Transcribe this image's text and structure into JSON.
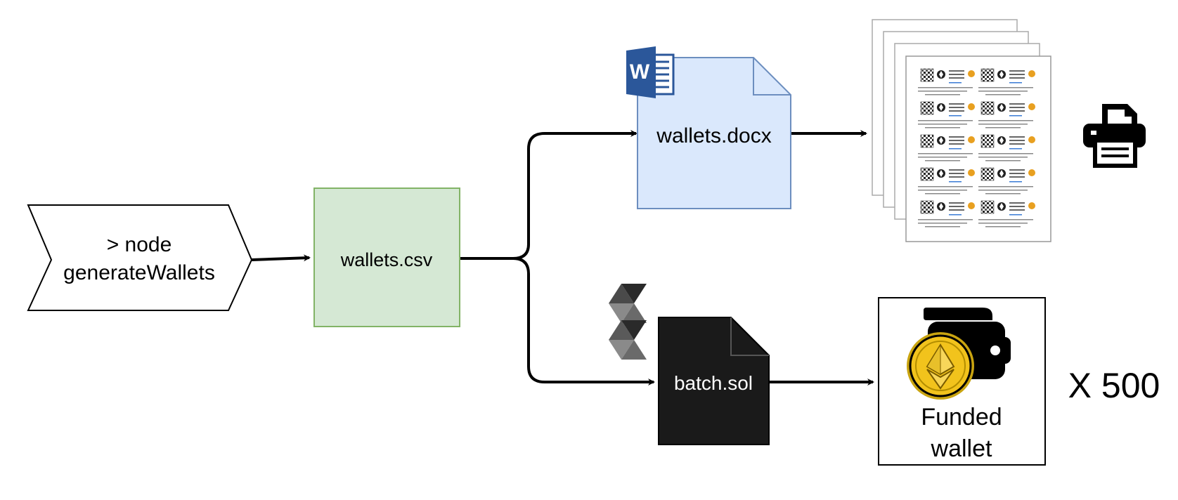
{
  "nodes": {
    "generate": {
      "line1": "> node",
      "line2": "generateWallets"
    },
    "csv": {
      "label": "wallets.csv"
    },
    "docx": {
      "label": "wallets.docx",
      "word_logo_letter": "W"
    },
    "sol": {
      "label": "batch.sol"
    },
    "wallet": {
      "line1": "Funded",
      "line2": "wallet"
    }
  },
  "multiplier": "X 500",
  "icons": {
    "word": "word-logo-icon",
    "solidity": "solidity-logo-icon",
    "printer": "printer-icon",
    "wallet": "wallet-icon",
    "ethereum": "ethereum-coin-icon",
    "pages": "printed-pages-icon"
  },
  "colors": {
    "csv_fill": "#d5e8d4",
    "csv_stroke": "#82b366",
    "docx_fill": "#dae8fc",
    "docx_stroke": "#6c8ebf",
    "sol_fill": "#1a1a1a",
    "word_blue": "#2b579a",
    "coin_gold": "#f2c31c",
    "arrow": "#000000"
  }
}
